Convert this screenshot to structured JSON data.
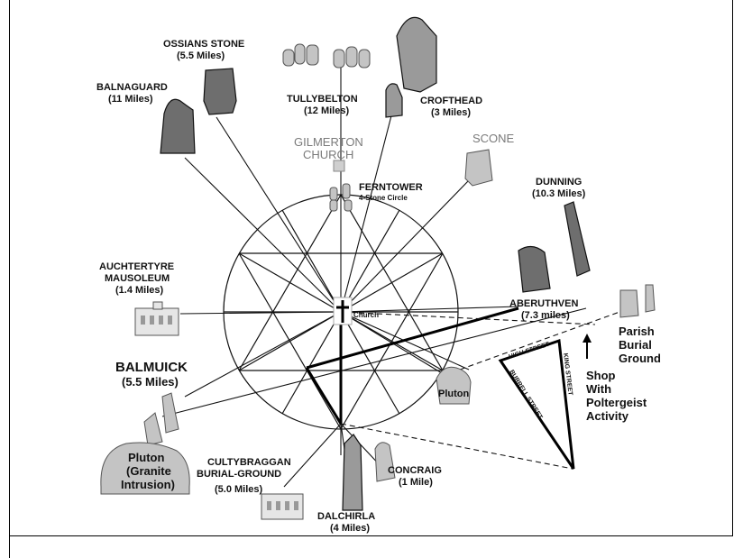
{
  "labels": {
    "ossians": "OSSIANS STONE",
    "ossians_dist": "(5.5 Miles)",
    "balnaguard": "BALNAGUARD",
    "balnaguard_dist": "(11 Miles)",
    "tullybelton": "TULLYBELTON",
    "tullybelton_dist": "(12 Miles)",
    "crofthead": "CROFTHEAD",
    "crofthead_dist": "(3 Miles)",
    "gilmerton1": "GILMERTON",
    "gilmerton2": "CHURCH",
    "scone": "SCONE",
    "ferntower": "FERNTOWER",
    "ferntower_sub": "4-Stone Circle",
    "dunning": "DUNNING",
    "dunning_dist": "(10.3 Miles)",
    "auchtertyre1": "AUCHTERTYRE",
    "auchtertyre2": "MAUSOLEUM",
    "auchtertyre_dist": "(1.4 Miles)",
    "church": "Church",
    "aberuthven": "ABERUTHVEN",
    "aberuthven_dist": "(7.3 miles)",
    "parish1": "Parish",
    "parish2": "Burial",
    "parish3": "Ground",
    "balmuick": "BALMUICK",
    "balmuick_dist": "(5.5 Miles)",
    "shop1": "Shop",
    "shop2": "With",
    "shop3": "Poltergeist",
    "shop4": "Activity",
    "pluton_right": "Pluton",
    "pluton_left1": "Pluton",
    "pluton_left2": "(Granite",
    "pluton_left3": "Intrusion)",
    "cultybraggan1": "CULTYBRAGGAN",
    "cultybraggan2": "BURIAL-GROUND",
    "cultybraggan_dist": "(5.0 Miles)",
    "concraig": "CONCRAIG",
    "concraig_dist": "(1 Mile)",
    "dalchirla": "DALCHIRLA",
    "dalchirla_dist": "(4 Miles)",
    "high_street": "HIGH STREET",
    "burrell_street": "BURRELL STREET",
    "king_street": "KING STREET"
  }
}
